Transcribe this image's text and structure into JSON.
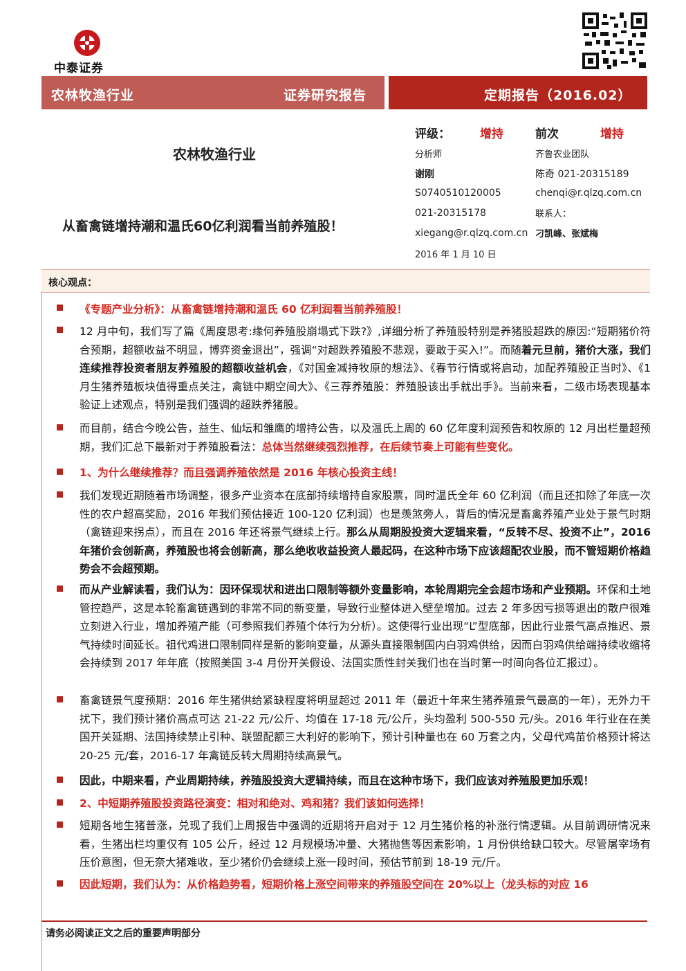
{
  "brand": {
    "name": "中泰证券"
  },
  "banner": {
    "industry": "农林牧渔行业",
    "type": "证券研究报告",
    "period": "定期报告（2016.02）"
  },
  "header": {
    "sector_title": "农林牧渔行业",
    "report_title": "从畜禽链增持潮和温氏60亿利润看当前养殖股！",
    "rating_label": "评级：",
    "rating_value": "增持",
    "prev_label": "前次",
    "prev_value": "增持",
    "analyst_label": "分析师",
    "team": "齐鲁农业团队",
    "analyst_name": "谢刚",
    "analyst2": "陈奇 021-20315189",
    "cert": "S0740510120005",
    "email2": "chenqi@r.qlzq.com.cn",
    "phone": "021-20315178",
    "contact_label": "联系人：",
    "email": "xiegang@r.qlzq.com.cn",
    "contacts": "刁凯峰、张斌梅",
    "date": "2016 年 1 月 10 日"
  },
  "core": {
    "label": "核心观点："
  },
  "paragraphs": {
    "p1": "《专题产业分析》：从畜禽链增持潮和温氏 60 亿利润看当前养殖股！",
    "p2a": "12 月中旬，我们写了篇《周度思考:缘何养殖股崩塌式下跌?》,详细分析了养殖股特别是养猪股超跌的原因:“短期猪价符合预期，超额收益不明显，博弈资金退出”，强调“对超跌养殖股不悲观，要敢于买入!”。而随",
    "p2b": "着元旦前，猪价大涨，我们连续推荐投资者朋友养殖股的超额收益机会",
    "p2c": "，《对国金减持牧原的想法》、《春节行情或将启动，加配养殖股正当时》、《1 月生猪养殖板块值得重点关注，禽链中期空间大》、《三荐养殖股：养殖股该出手就出手》。当前来看，二级市场表现基本验证上述观点，特别是我们强调的超跌养猪股。",
    "p3a": "而目前，结合今晚公告，益生、仙坛和雏鹰的增持公告，以及温氏上周的 60 亿年度利润预告和牧原的 12 月出栏量超预期，我们汇总下最新对于养殖股看法：",
    "p3b": "总体当然继续强烈推荐，在后续节奏上可能有些变化。",
    "p4": "1、为什么继续推荐？而且强调养殖依然是 2016 年核心投资主线！",
    "p5a": "我们发现近期随着市场调整，很多产业资本在底部持续增持自家股票，同时温氏全年 60 亿利润（而且还扣除了年底一次性的农户超高奖励，2016 年我们预估接近 100-120 亿利润）也是羡煞旁人，背后的情况是畜禽养殖产业处于景气时期（禽链迎来拐点），而且在 2016 年还将景气继续上行。",
    "p5b": "那么从周期股投资大逻辑来看，“反转不尽、投资不止”，2016 年猪价会创新高，养殖股也将会创新高，那么绝收收益投资人最起码，在这种市场下应该超配农业股，而不管短期价格趋势会不会超预期。",
    "p6a": "而从产业解读看，我们认为：因环保现状和进出口限制等额外变量影响，本轮周期完全会超市场和产业预期。",
    "p6b": "环保和土地管控趋严，这是本轮畜禽链遇到的非常不同的新变量，导致行业整体进入壁垒增加。过去 2 年多因亏损等退出的散户很难立刻进入行业，增加养殖产能（可参照我们养殖个体行为分析）。这使得行业出现“L”型底部，因此行业景气高点推迟、景气持续时间延长。祖代鸡进口限制同样是新的影响变量，从源头直接限制国内白羽鸡供给，因而白羽鸡供给端持续收缩将会持续到 2017 年年底（按照美国 3-4 月份开关假设、法国实质性封关我们也在当时第一时间向各位汇报过）。",
    "p7": "畜禽链景气度预期：2016 年生猪供给紧缺程度将明显超过 2011 年（最近十年来生猪养殖景气最高的一年），无外力干扰下，我们预计猪价高点可达 21-22 元/公斤、均值在 17-18 元/公斤，头均盈利 500-550 元/头。2016 年行业在在美国开关延期、法国持续禁止引种、联盟配额三大利好的影响下，预计引种量也在 60 万套之内，父母代鸡苗价格预计将达 20-25 元/套，2016-17 年禽链反转大周期持续高景气。",
    "p8": "因此，中期来看，产业周期持续，养殖股投资大逻辑持续，而且在这种市场下，我们应该对养殖股更加乐观！",
    "p9": "2、中短期养殖股投资路径演变：相对和绝对、鸡和猪？我们该如何选择！",
    "p10": "短期各地生猪普涨，兑现了我们上周报告中强调的近期将开启对于 12 月生猪价格的补涨行情逻辑。从目前调研情况来看，生猪出栏均重仅有 105 公斤，经过 12 月规模场冲量、大猪抛售等因素影响，1 月份供给缺口较大。尽管屠宰场有压价意图，但无奈大猪难收，至少猪价仍会继续上涨一段时间，预估节前到 18-19 元/斤。",
    "p11": "因此短期，我们认为：从价格趋势看，短期价格上涨空间带来的养殖股空间在 20%以上（龙头标的对应 16"
  },
  "footer": {
    "text": "请务必阅读正文之后的重要声明部分"
  }
}
